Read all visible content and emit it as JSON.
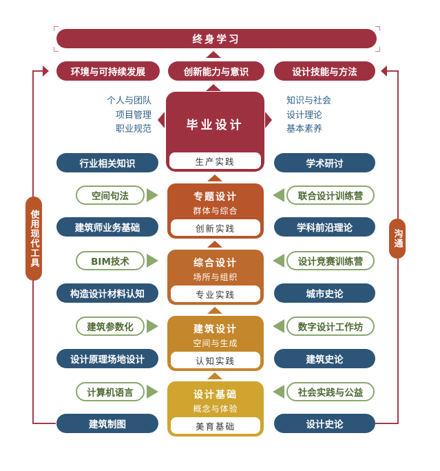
{
  "colors": {
    "crimson": "#9e3140",
    "navy": "#2d5577",
    "orange": "#b8552a",
    "gold": "#c88f2c",
    "olive": "#89a76c"
  },
  "top": "终身学习",
  "goals": [
    "环境与可持续发展",
    "创新能力与意识",
    "设计技能与方法"
  ],
  "left_vertical": "使用现代工具",
  "right_vertical": "沟通",
  "grad": {
    "title": "毕业设计",
    "practice": "生产实践",
    "left_text": [
      "个人与团队",
      "项目管理",
      "职业规范"
    ],
    "right_text": [
      "知识与社会",
      "设计理论",
      "基本素养"
    ]
  },
  "stages": [
    {
      "title": "专题设计",
      "sub": "群体与综合",
      "practice": "创新实践"
    },
    {
      "title": "综合设计",
      "sub": "场所与组织",
      "practice": "专业实践"
    },
    {
      "title": "建筑设计",
      "sub": "空间与生成",
      "practice": "认知实践"
    },
    {
      "title": "设计基础",
      "sub": "概念与体验",
      "practice": "美育基础"
    }
  ],
  "left_navy": [
    "行业相关知识",
    "建筑师业务基础",
    "构造设计材料认知",
    "设计原理场地设计",
    "建筑制图"
  ],
  "right_navy": [
    "学术研讨",
    "学科前沿理论",
    "城市史论",
    "建筑史论",
    "设计史论"
  ],
  "left_outline": [
    "空间句法",
    "BIM技术",
    "建筑参数化",
    "计算机语言"
  ],
  "right_outline": [
    "联合设计训练营",
    "设计竞赛训练营",
    "数字设计工作坊",
    "社会实践与公益"
  ]
}
